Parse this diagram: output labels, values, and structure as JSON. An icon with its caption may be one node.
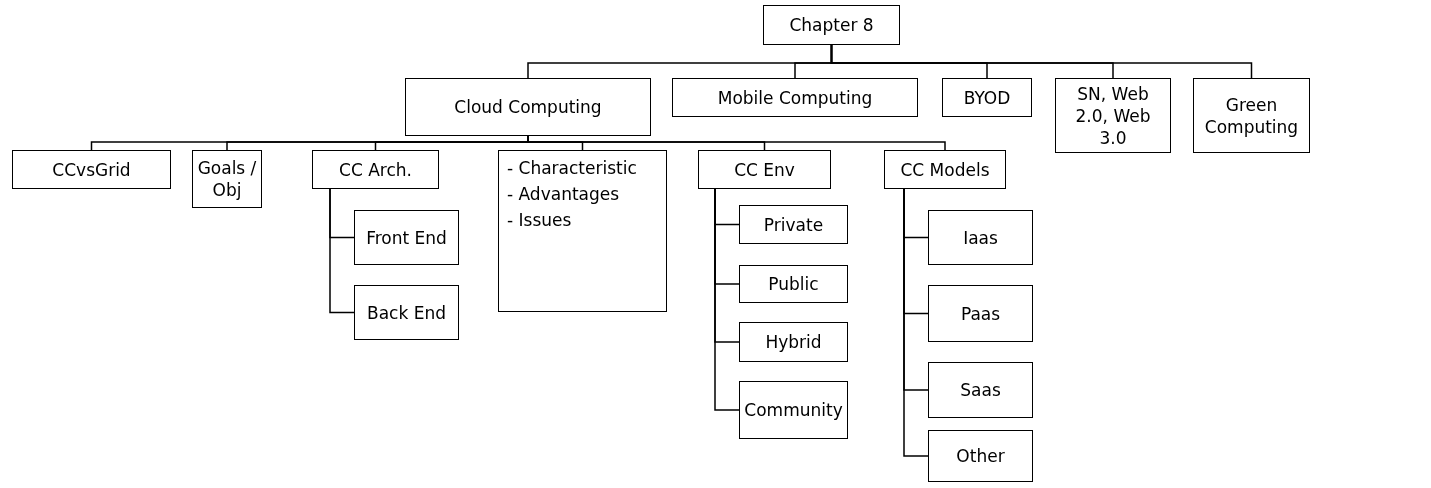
{
  "diagram": {
    "nodes": [
      {
        "text": [
          "Chapter 8"
        ]
      },
      {
        "text": [
          "Cloud Computing"
        ]
      },
      {
        "text": [
          "Mobile Computing"
        ]
      },
      {
        "text": [
          "BYOD"
        ]
      },
      {
        "text": [
          "SN, Web 2.0, Web 3.0"
        ]
      },
      {
        "text": [
          "Green Computing"
        ]
      },
      {
        "text": [
          "CCvsGrid"
        ]
      },
      {
        "text": [
          "Goals / Obj"
        ]
      },
      {
        "text": [
          "CC Arch."
        ]
      },
      {
        "text": [
          "Front End"
        ]
      },
      {
        "text": [
          "Back End"
        ]
      },
      {
        "text": [
          "- Characteristic",
          "- Advantages",
          "- Issues"
        ]
      },
      {
        "text": [
          "CC Env"
        ]
      },
      {
        "text": [
          "Private"
        ]
      },
      {
        "text": [
          "Public"
        ]
      },
      {
        "text": [
          "Hybrid"
        ]
      },
      {
        "text": [
          "Community"
        ]
      },
      {
        "text": [
          "CC Models"
        ]
      },
      {
        "text": [
          "Iaas"
        ]
      },
      {
        "text": [
          "Paas"
        ]
      },
      {
        "text": [
          "Saas"
        ]
      },
      {
        "text": [
          "Other"
        ]
      }
    ],
    "edges": [
      {
        "from": 0,
        "to": 1,
        "arrow": "none"
      },
      {
        "from": 0,
        "to": 2,
        "arrow": "none"
      },
      {
        "from": 0,
        "to": 3,
        "arrow": "none"
      },
      {
        "from": 0,
        "to": 4,
        "arrow": "none"
      },
      {
        "from": 0,
        "to": 5,
        "arrow": "none"
      },
      {
        "from": 1,
        "to": 6,
        "arrow": "none"
      },
      {
        "from": 1,
        "to": 7,
        "arrow": "none"
      },
      {
        "from": 1,
        "to": 8,
        "arrow": "none"
      },
      {
        "from": 1,
        "to": 11,
        "arrow": "none"
      },
      {
        "from": 1,
        "to": 12,
        "arrow": "none"
      },
      {
        "from": 1,
        "to": 17,
        "arrow": "none"
      },
      {
        "from": 8,
        "to": 9,
        "arrow": "none"
      },
      {
        "from": 8,
        "to": 10,
        "arrow": "none"
      },
      {
        "from": 12,
        "to": 13,
        "arrow": "none"
      },
      {
        "from": 12,
        "to": 14,
        "arrow": "none"
      },
      {
        "from": 12,
        "to": 15,
        "arrow": "none"
      },
      {
        "from": 12,
        "to": 16,
        "arrow": "none"
      },
      {
        "from": 17,
        "to": 18,
        "arrow": "none"
      },
      {
        "from": 17,
        "to": 19,
        "arrow": "none"
      },
      {
        "from": 17,
        "to": 20,
        "arrow": "none"
      },
      {
        "from": 17,
        "to": 21,
        "arrow": "none"
      }
    ]
  }
}
